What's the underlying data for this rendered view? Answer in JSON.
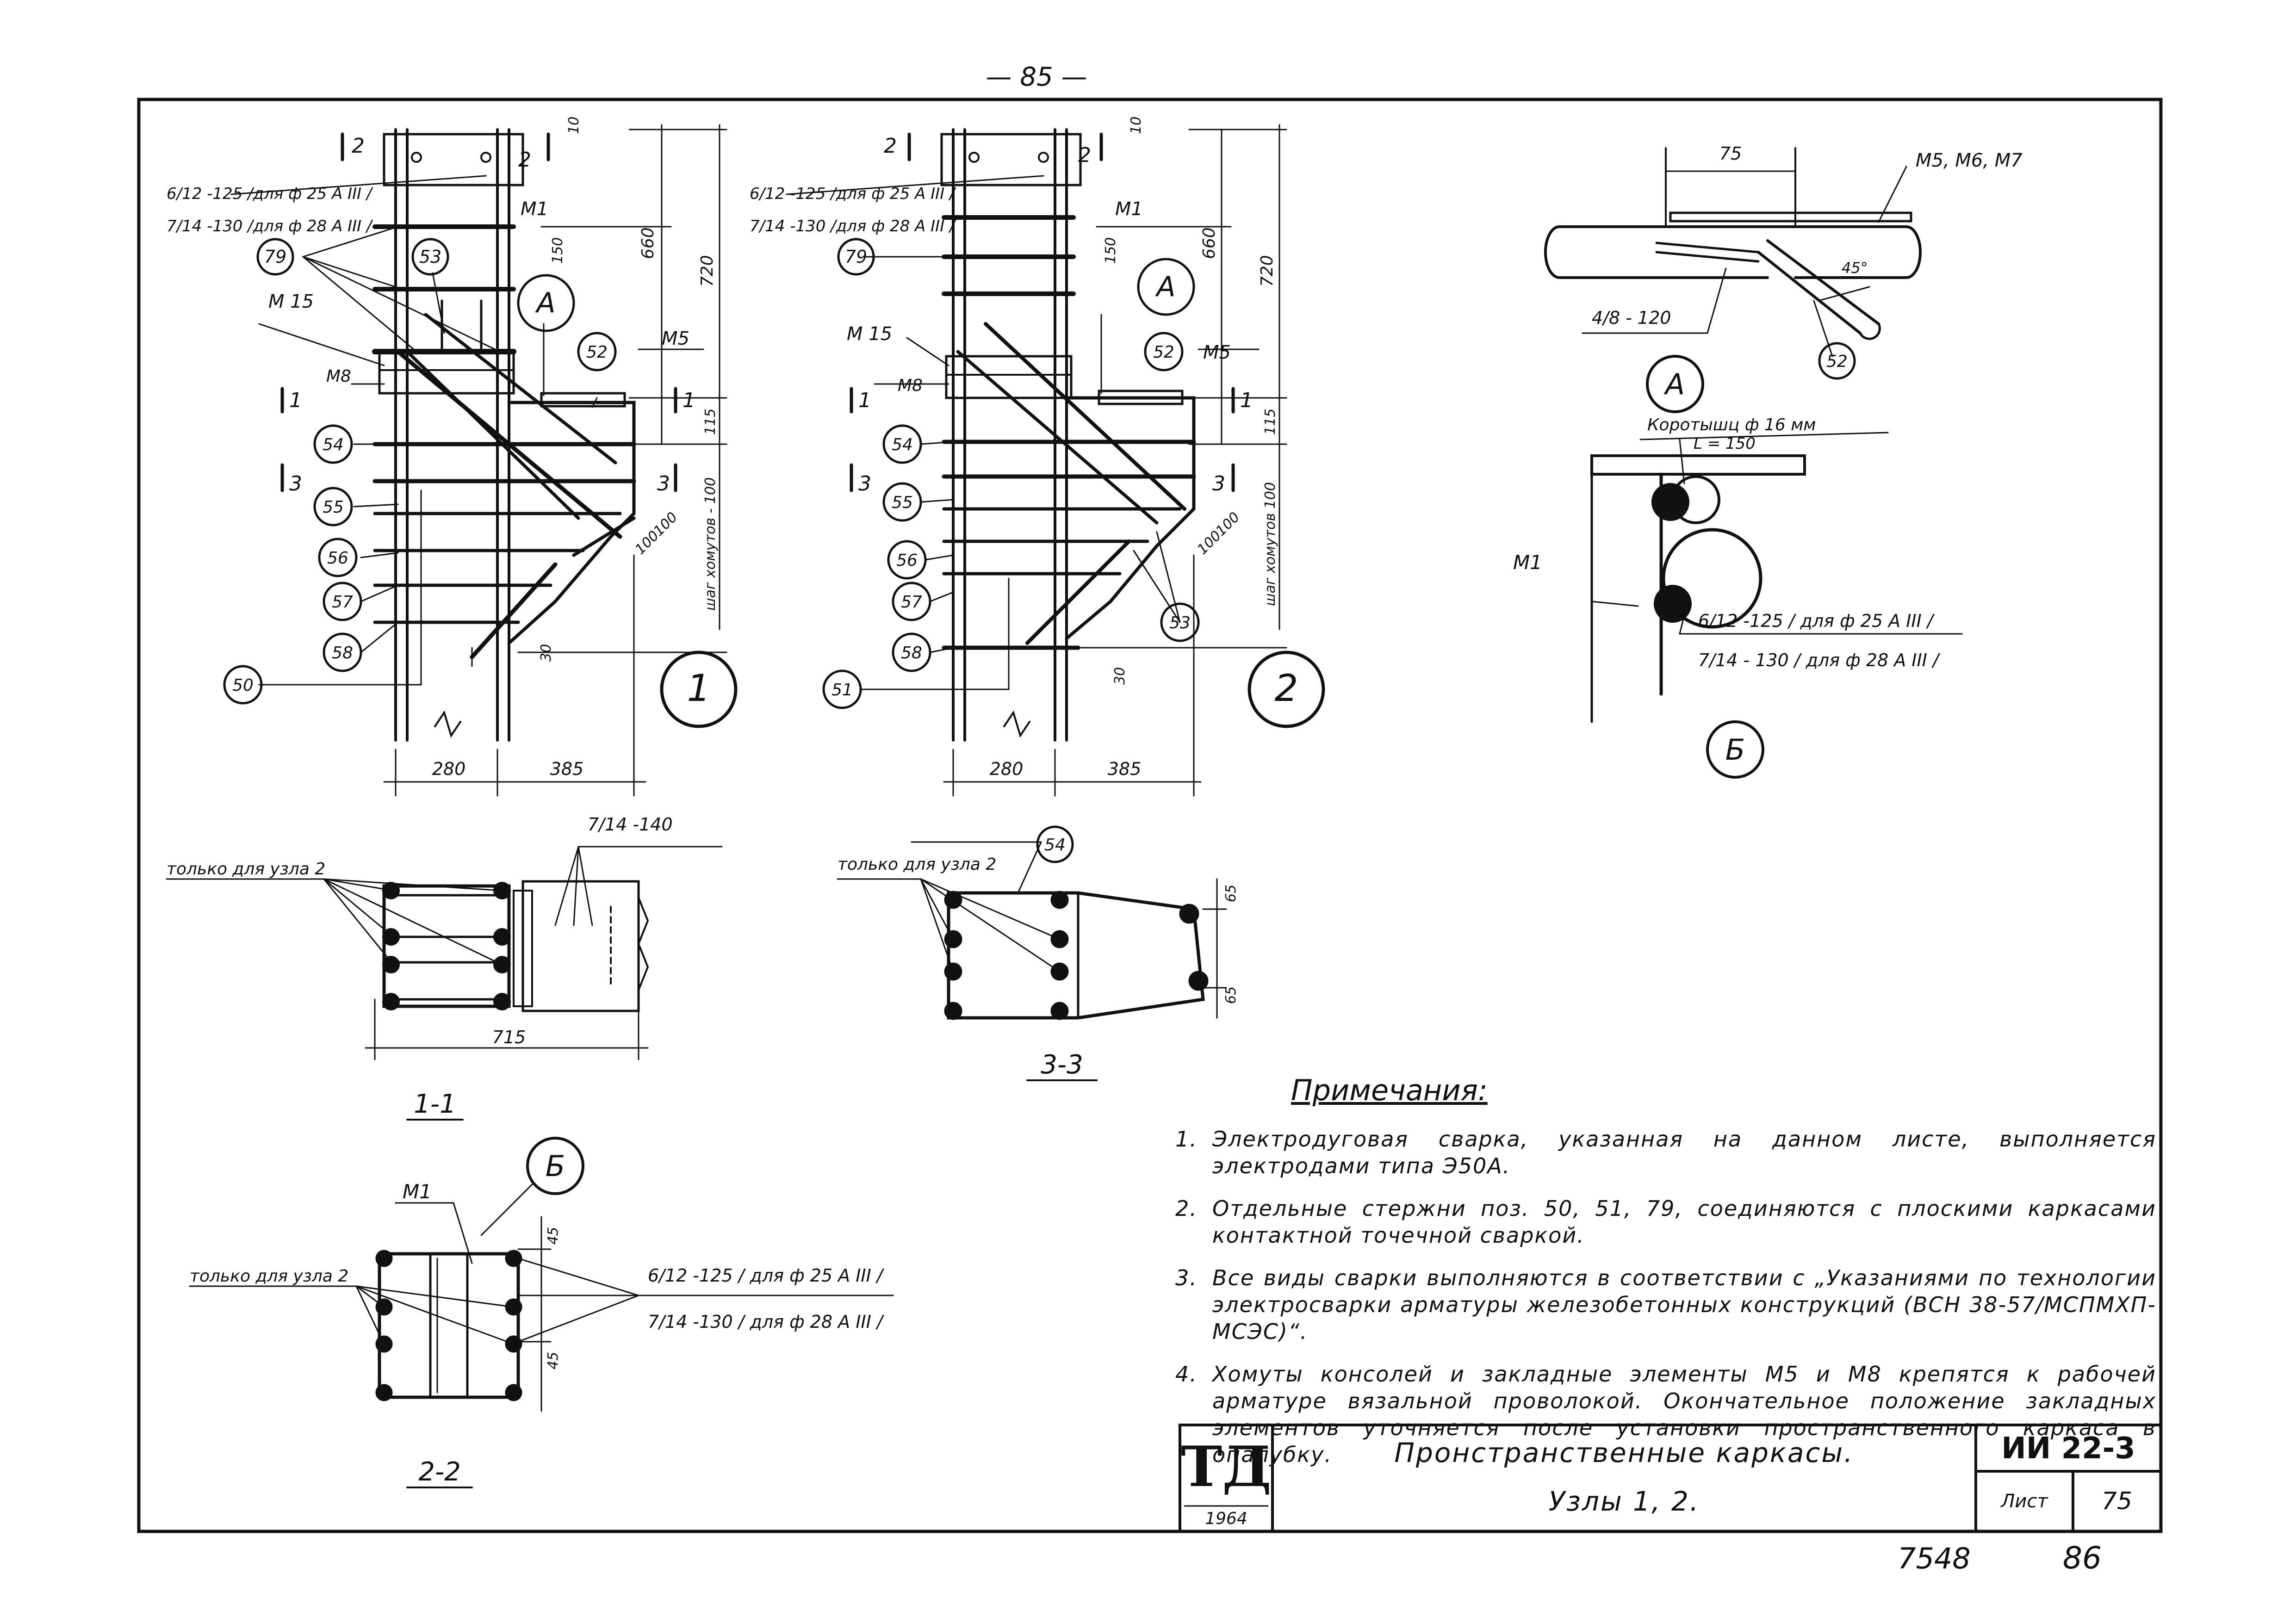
{
  "page": {
    "top_number": "— 85 —",
    "bottom_left": "7548",
    "bottom_right": "86"
  },
  "node1": {
    "number": "1",
    "bracket_top": "6/12 -125 /для ф 25 А III /",
    "bracket_bottom": "7/14 -130 /для ф 28 А III /",
    "labels": {
      "m1": "M1",
      "m15": "M 15",
      "m8": "M8",
      "m5": "M5",
      "a": "A"
    },
    "positions": [
      "79",
      "53",
      "52",
      "54",
      "55",
      "56",
      "57",
      "58",
      "50"
    ],
    "dims": {
      "d10": "10",
      "d150": "150",
      "d660": "660",
      "d720": "720",
      "d115": "115",
      "d100a": "100",
      "d100b": "100",
      "d30": "30",
      "step": "шаг хомутов - 100",
      "w280": "280",
      "w385": "385"
    }
  },
  "node2": {
    "number": "2",
    "bracket_top": "6/12 -125 /для ф 25 А III /",
    "bracket_bottom": "7/14 -130 /для ф 28 А III /",
    "labels": {
      "m1": "M1",
      "m15": "M 15",
      "m8": "M8",
      "m5": "M5",
      "a": "A"
    },
    "positions": [
      "79",
      "52",
      "54",
      "55",
      "56",
      "57",
      "58",
      "53",
      "51"
    ],
    "dims": {
      "d10": "10",
      "d150": "150",
      "d660": "660",
      "d720": "720",
      "d115": "115",
      "d100a": "100",
      "d100b": "100",
      "d30": "30",
      "step": "шаг хомутов 100",
      "w280": "280",
      "w385": "385"
    }
  },
  "section_marks": {
    "s2": "2",
    "s1": "1",
    "s3": "3"
  },
  "detail_a": {
    "mark": "A",
    "width": "75",
    "elements": "M5, M6, M7",
    "weld": "4/8 - 120",
    "angle": "45°",
    "position": "52"
  },
  "detail_b": {
    "mark": "Б",
    "bar_label": "Коротышц ф 16 мм",
    "bar_len": "L = 150",
    "m1": "M1",
    "weld_top": "6/12 -125 / для ф 25 А III /",
    "weld_bottom": "7/14 - 130 / для ф 28 А III /"
  },
  "section_1_1": {
    "title": "1-1",
    "note": "только для узла 2",
    "weld": "7/14 -140",
    "width": "715"
  },
  "section_3_3": {
    "title": "3-3",
    "note": "только для узла 2",
    "position": "54",
    "dim1": "65",
    "dim2": "65"
  },
  "section_2_2": {
    "title": "2-2",
    "mark": "Б",
    "m1": "M1",
    "note": "только для узла 2",
    "weld_top": "6/12 -125 / для ф 25 А III /",
    "weld_bottom": "7/14 -130 / для ф 28 А III /",
    "dim_top": "45",
    "dim_bottom": "45"
  },
  "notes": {
    "title": "Примечания:",
    "items": [
      {
        "num": "1.",
        "text": "Электродуговая сварка, указанная на данном листе, выполняется электродами типа Э50А."
      },
      {
        "num": "2.",
        "text": "Отдельные стержни поз. 50, 51, 79, соединяются с плоскими каркасами контактной точечной сваркой."
      },
      {
        "num": "3.",
        "text": "Все виды сварки выполняются в соответствии с „Указаниями по технологии электросварки арматуры железобетонных конструкций (ВСН 38-57/МСПМХП-МСЭС)“."
      },
      {
        "num": "4.",
        "text": "Хомуты консолей и закладные элементы М5 и М8 крепятся к рабочей арматуре вязальной проволокой. Окончательное положение закладных элементов уточняется после установки пространственного каркаса в опалубку."
      }
    ]
  },
  "title_block": {
    "logo": "ТД",
    "year": "1964",
    "title_line1": "Пронстранственные каркасы.",
    "title_line2": "Узлы 1, 2.",
    "code": "ИИ 22-3",
    "sheet_label": "Лист",
    "sheet_num": "75"
  }
}
